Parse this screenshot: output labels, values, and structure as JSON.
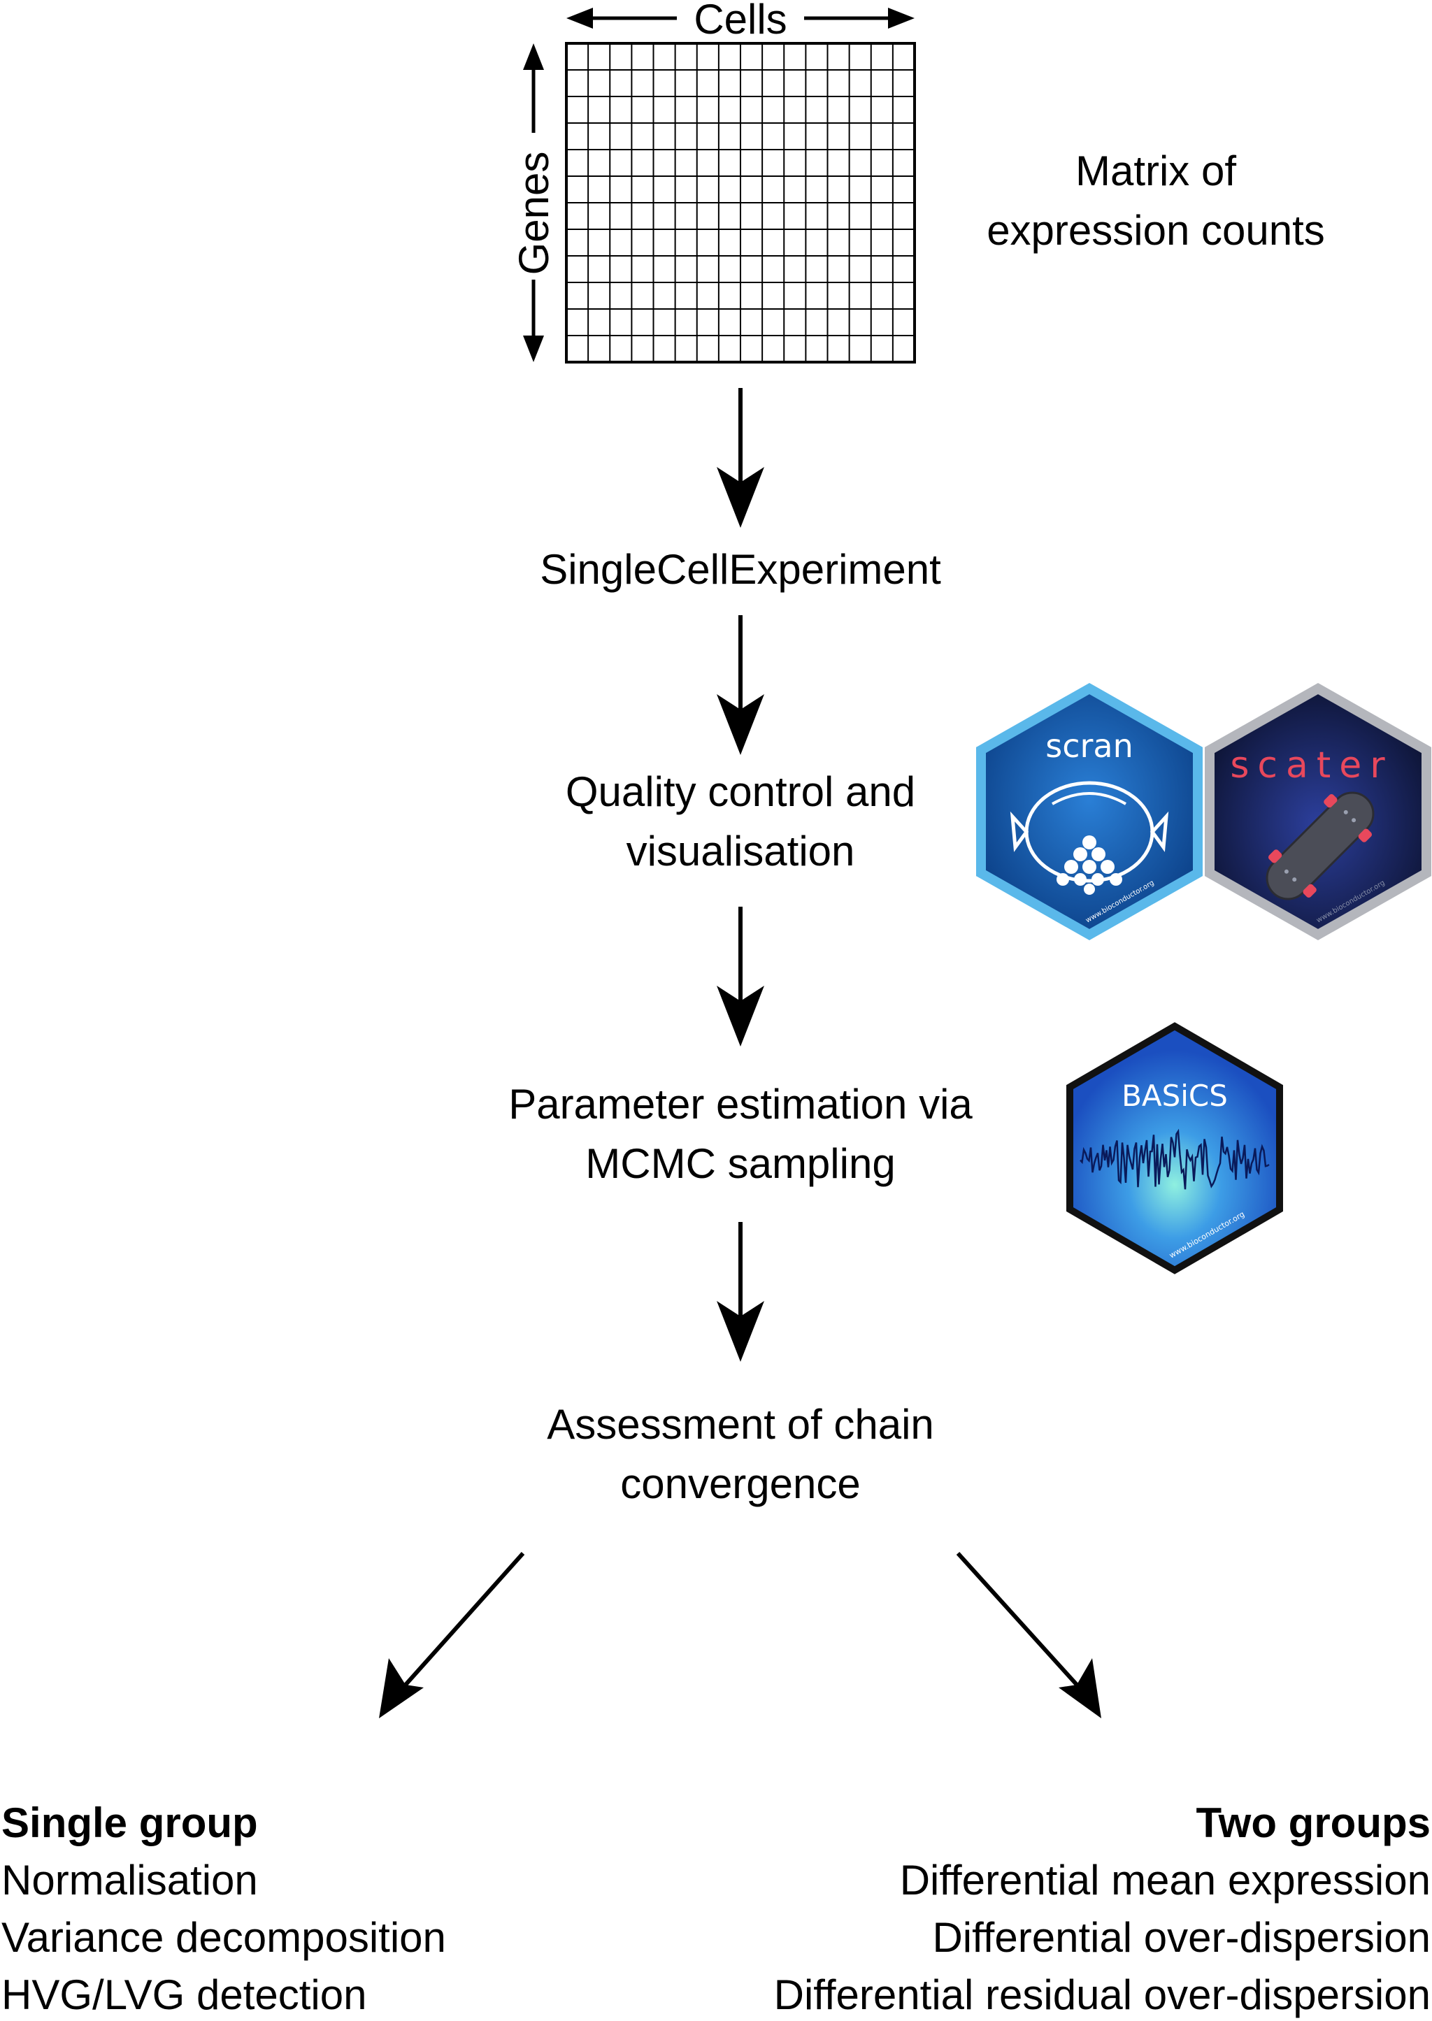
{
  "matrix": {
    "cells_label": "Cells",
    "genes_label": "Genes",
    "caption_line1": "Matrix of",
    "caption_line2": "expression counts"
  },
  "steps": {
    "sce": "SingleCellExperiment",
    "qc_line1": "Quality control and",
    "qc_line2": "visualisation",
    "param_line1": "Parameter estimation via",
    "param_line2": "MCMC sampling",
    "assess_line1": "Assessment of chain",
    "assess_line2": "convergence"
  },
  "logos": {
    "scran": {
      "name": "scran",
      "url": "www.bioconductor.org",
      "border": "#5ab8ea",
      "fill": "#0d4b94"
    },
    "scater": {
      "name": "scater",
      "url": "www.bioconductor.org",
      "border": "#b4b6bc",
      "fill": "#121a3a",
      "text_color": "#e8485c"
    },
    "basics": {
      "name": "BASiCS",
      "url": "www.bioconductor.org",
      "border": "#111111",
      "fill": "#1a5fc8"
    }
  },
  "single_group": {
    "title": "Single group",
    "items": [
      "Normalisation",
      "Variance decomposition",
      "HVG/LVG detection"
    ]
  },
  "two_groups": {
    "title": "Two groups",
    "items": [
      "Differential mean expression",
      "Differential over-dispersion",
      "Differential residual over-dispersion"
    ]
  }
}
